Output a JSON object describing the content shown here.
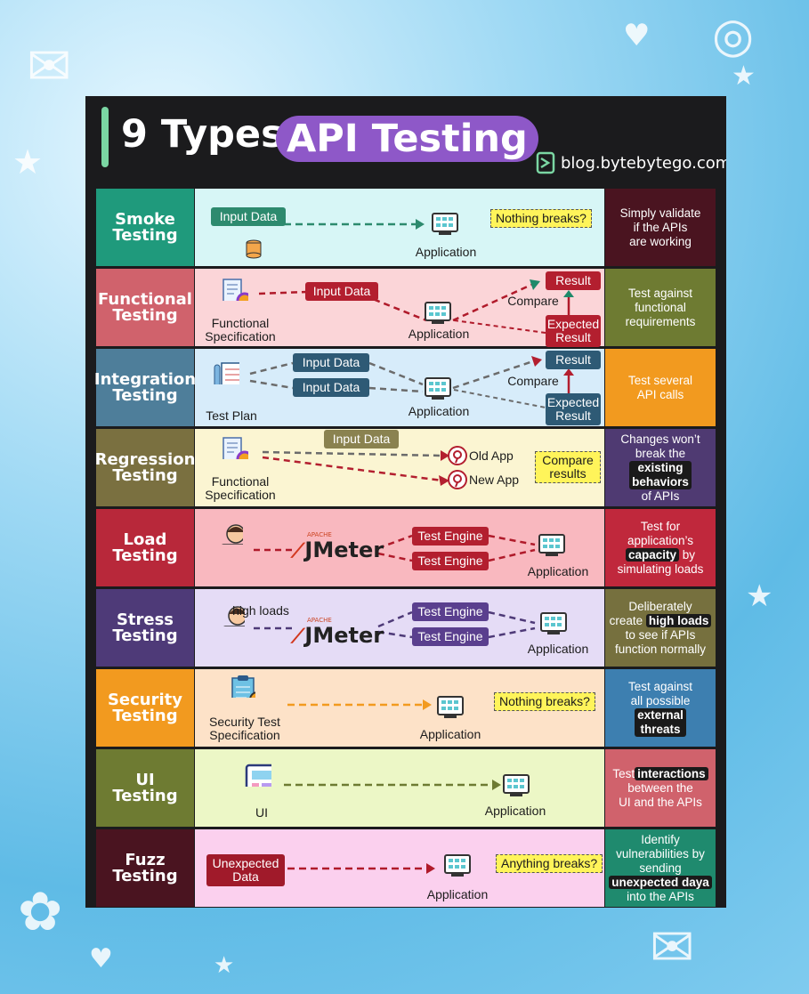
{
  "title": {
    "part1": "9 Types",
    "part2": "API Testing",
    "site": "blog.bytebytego.com"
  },
  "colors": {
    "card": "#1b1b1d",
    "accent": "#8e58c8"
  },
  "rows": [
    {
      "label": "Smoke\nTesting",
      "desc": "Simply validate\nif the APIs\nare working",
      "mid": {
        "input": "Input Data",
        "app": "Application",
        "note": "Nothing breaks?"
      }
    },
    {
      "label": "Functional\nTesting",
      "desc": "Test against\nfunctional\nrequirements",
      "mid": {
        "spec": "Functional\nSpecification",
        "input": "Input Data",
        "app": "Application",
        "compare": "Compare",
        "result": "Result",
        "expected": "Expected\nResult"
      }
    },
    {
      "label": "Integration\nTesting",
      "desc": "Test several\nAPI calls",
      "mid": {
        "plan": "Test Plan",
        "input1": "Input Data",
        "input2": "Input Data",
        "app": "Application",
        "compare": "Compare",
        "result": "Result",
        "expected": "Expected\nResult"
      }
    },
    {
      "label": "Regression\nTesting",
      "desc_parts": [
        "Changes won’t\nbreak the",
        "existing\nbehaviors",
        "of APIs"
      ],
      "mid": {
        "spec": "Functional\nSpecification",
        "input": "Input Data",
        "old": "Old App",
        "new": "New App",
        "note": "Compare\nresults"
      }
    },
    {
      "label": "Load\nTesting",
      "desc_parts": [
        "Test for\napplication’s",
        "capacity",
        "by\nsimulating loads"
      ],
      "mid": {
        "jmeter": "JMeter",
        "apache": "APACHE",
        "engine1": "Test Engine",
        "engine2": "Test Engine",
        "app": "Application"
      }
    },
    {
      "label": "Stress\nTesting",
      "desc_parts": [
        "Deliberately\ncreate",
        "high loads",
        "to see if APIs\nfunction normally"
      ],
      "mid": {
        "loads": "high loads",
        "jmeter": "JMeter",
        "apache": "APACHE",
        "engine1": "Test Engine",
        "engine2": "Test Engine",
        "app": "Application"
      }
    },
    {
      "label": "Security\nTesting",
      "desc_parts": [
        "Test against\nall possible",
        "external\nthreats",
        ""
      ],
      "mid": {
        "spec": "Security Test\nSpecification",
        "app": "Application",
        "note": "Nothing breaks?"
      }
    },
    {
      "label": "UI\nTesting",
      "desc_parts": [
        "Test",
        "interactions",
        "between the\nUI and the APIs"
      ],
      "mid": {
        "ui": "UI",
        "app": "Application"
      }
    },
    {
      "label": "Fuzz\nTesting",
      "desc_parts": [
        "Identify\nvulnerabilities by\nsending",
        "unexpected daya",
        "into the APIs"
      ],
      "mid": {
        "input": "Unexpected\nData",
        "app": "Application",
        "note": "Anything breaks?"
      }
    }
  ]
}
